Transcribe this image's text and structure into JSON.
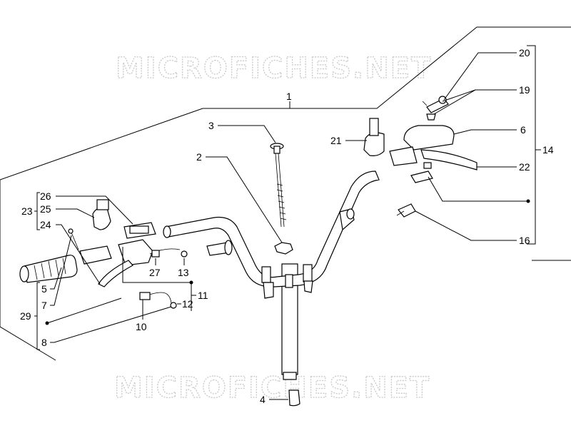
{
  "watermark": "MICROFICHES.NET",
  "labels": {
    "l1": "1",
    "l2": "2",
    "l3": "3",
    "l4": "4",
    "l5": "5",
    "l6": "6",
    "l7": "7",
    "l8": "8",
    "l10": "10",
    "l11": "11",
    "l12": "12",
    "l13": "13",
    "l14": "14",
    "l16": "16",
    "l19": "19",
    "l20": "20",
    "l21": "21",
    "l22": "22",
    "l23": "23",
    "l24": "24",
    "l25": "25",
    "l26": "26",
    "l27": "27",
    "l29": "29"
  }
}
